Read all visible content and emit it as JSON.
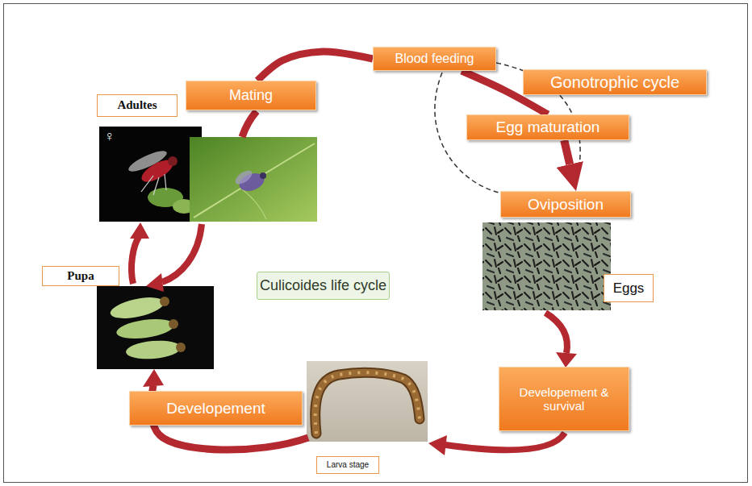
{
  "diagram": {
    "nodes": [
      {
        "text": [
          "Blood feeding"
        ]
      },
      {
        "text": [
          "Gonotrophic cycle"
        ]
      },
      {
        "text": [
          "Mating"
        ]
      },
      {
        "text": [
          "Adultes"
        ]
      },
      {
        "text": [
          "Egg maturation"
        ]
      },
      {
        "text": [
          "Oviposition"
        ]
      },
      {
        "text": [
          "Pupa"
        ]
      },
      {
        "text": [
          "Culicoides life cycle"
        ]
      },
      {
        "text": [
          "Eggs"
        ]
      },
      {
        "text": [
          "Developement & survival"
        ]
      },
      {
        "text": [
          "Developement"
        ]
      },
      {
        "text": [
          "Larva stage"
        ]
      }
    ],
    "edges": [
      {
        "from": 2,
        "to": 0,
        "arrow": "none"
      },
      {
        "from": 0,
        "to": 4,
        "arrow": "none"
      },
      {
        "from": 4,
        "to": 5,
        "arrow": "to"
      }
    ],
    "labels": [
      "♀"
    ]
  }
}
